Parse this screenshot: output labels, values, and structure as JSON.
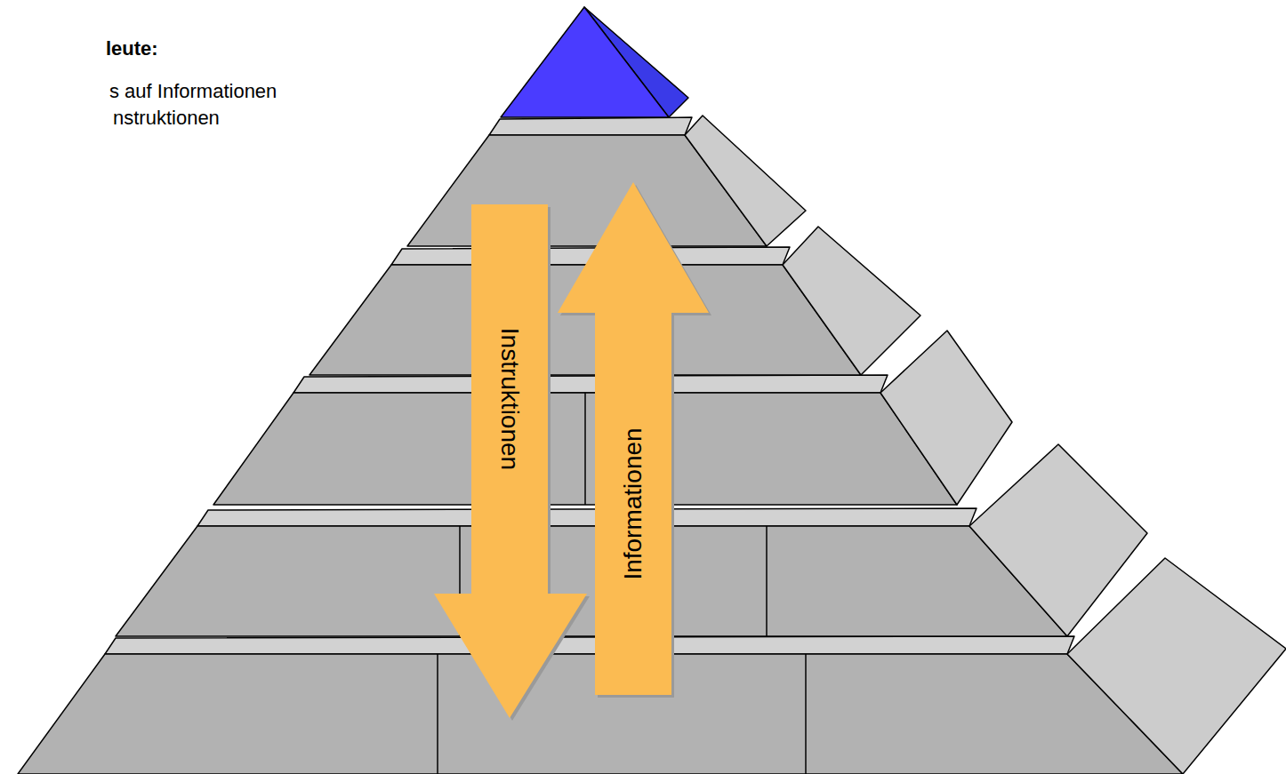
{
  "diagram": {
    "nodes": [
      {
        "text": [
          "Instruktionen"
        ]
      },
      {
        "text": [
          "Informationen"
        ]
      }
    ],
    "labels": [
      "leute:",
      "s auf Informationen",
      "nstruktionen"
    ]
  }
}
